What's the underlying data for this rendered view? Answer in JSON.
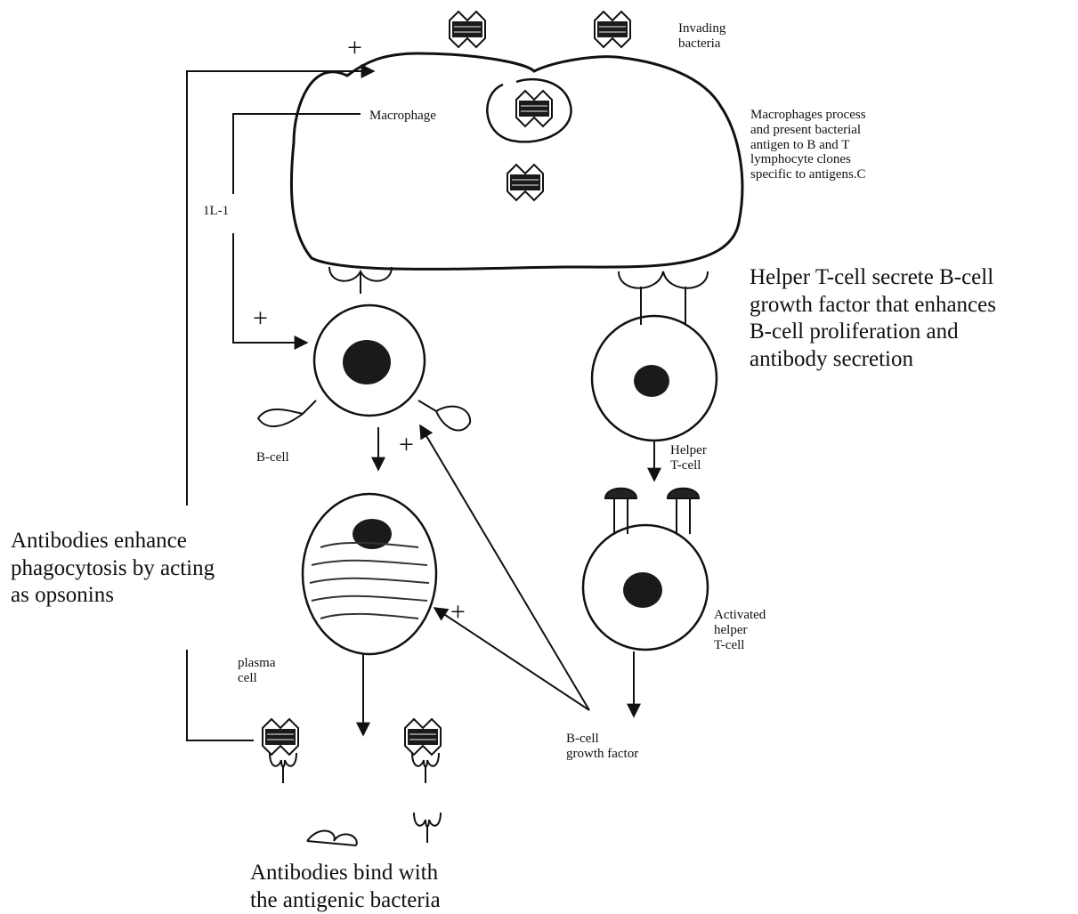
{
  "labels": {
    "invading_bacteria": "Invading\nbacteria",
    "macrophage": "Macrophage",
    "macrophage_note": "Macrophages process\nand present bacterial\nantigen to B and T\nlymphocyte clones\nspecific to antigens.C",
    "il1": "1L-1",
    "helper_tcell_note": "Helper T-cell secrete B-cell\ngrowth factor that enhances\nB-cell proliferation and\nantibody secretion",
    "b_cell": "B-cell",
    "helper_t_cell": "Helper\nT-cell",
    "antibodies_opsonins": "Antibodies enhance\nphagocytosis by acting\nas opsonins",
    "activated_helper_t_cell": "Activated\nhelper\nT-cell",
    "plasma_cell": "plasma\ncell",
    "b_cell_growth_factor": "B-cell\ngrowth factor",
    "antibodies_bind": "Antibodies bind with\nthe antigenic bacteria",
    "plus": "+"
  }
}
